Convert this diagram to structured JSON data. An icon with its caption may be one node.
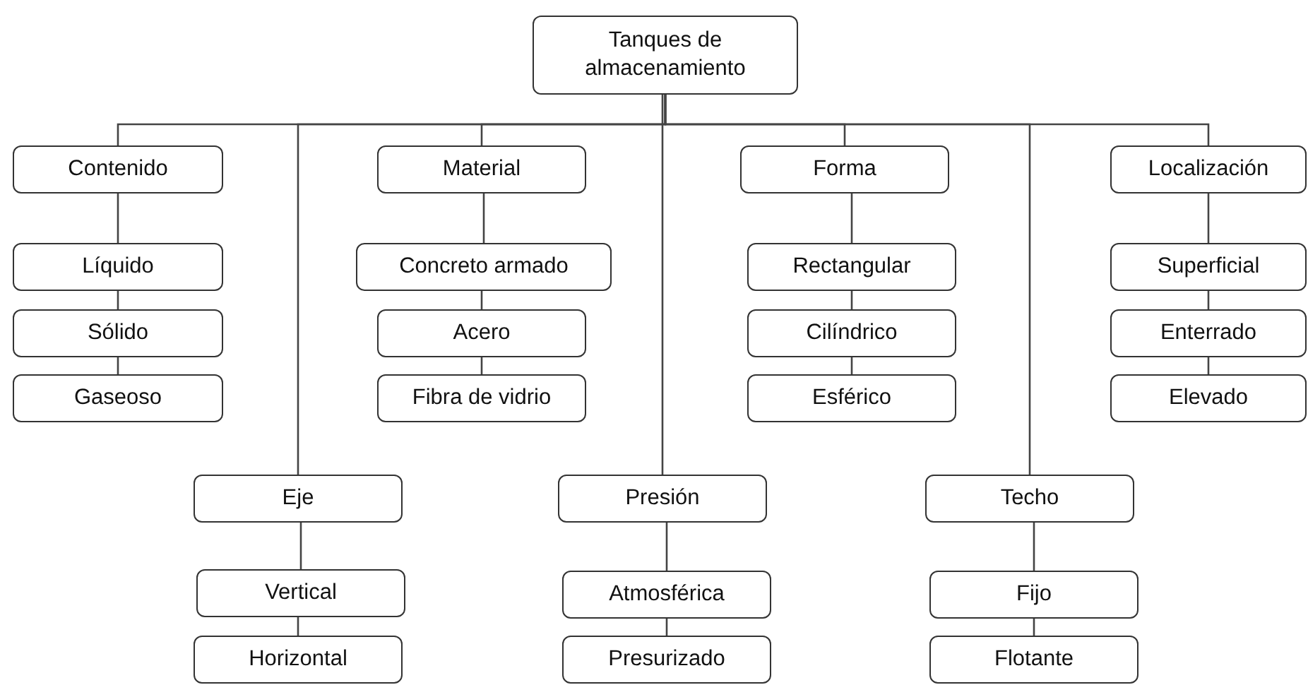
{
  "diagram": {
    "nodes": [
      {
        "text": [
          "Tanques de almacenamiento"
        ]
      },
      {
        "text": [
          "Contenido"
        ]
      },
      {
        "text": [
          "Material"
        ]
      },
      {
        "text": [
          "Forma"
        ]
      },
      {
        "text": [
          "Localización"
        ]
      },
      {
        "text": [
          "Líquido"
        ]
      },
      {
        "text": [
          "Concreto armado"
        ]
      },
      {
        "text": [
          "Rectangular"
        ]
      },
      {
        "text": [
          "Superficial"
        ]
      },
      {
        "text": [
          "Sólido"
        ]
      },
      {
        "text": [
          "Acero"
        ]
      },
      {
        "text": [
          "Cilíndrico"
        ]
      },
      {
        "text": [
          "Enterrado"
        ]
      },
      {
        "text": [
          "Gaseoso"
        ]
      },
      {
        "text": [
          "Fibra de vidrio"
        ]
      },
      {
        "text": [
          "Esférico"
        ]
      },
      {
        "text": [
          "Elevado"
        ]
      },
      {
        "text": [
          "Eje"
        ]
      },
      {
        "text": [
          "Presión"
        ]
      },
      {
        "text": [
          "Techo"
        ]
      },
      {
        "text": [
          "Vertical"
        ]
      },
      {
        "text": [
          "Atmosférica"
        ]
      },
      {
        "text": [
          "Fijo"
        ]
      },
      {
        "text": [
          "Horizontal"
        ]
      },
      {
        "text": [
          "Presurizado"
        ]
      },
      {
        "text": [
          "Flotante"
        ]
      }
    ],
    "edges": [
      {
        "from": 0,
        "to": 1,
        "arrow": "none"
      },
      {
        "from": 0,
        "to": 17,
        "arrow": "none"
      },
      {
        "from": 0,
        "to": 2,
        "arrow": "none"
      },
      {
        "from": 0,
        "to": 18,
        "arrow": "none"
      },
      {
        "from": 0,
        "to": 3,
        "arrow": "none"
      },
      {
        "from": 0,
        "to": 19,
        "arrow": "none"
      },
      {
        "from": 0,
        "to": 4,
        "arrow": "none"
      },
      {
        "from": 1,
        "to": 5,
        "arrow": "none"
      },
      {
        "from": 5,
        "to": 9,
        "arrow": "none"
      },
      {
        "from": 9,
        "to": 13,
        "arrow": "none"
      },
      {
        "from": 2,
        "to": 6,
        "arrow": "none"
      },
      {
        "from": 6,
        "to": 10,
        "arrow": "none"
      },
      {
        "from": 10,
        "to": 14,
        "arrow": "none"
      },
      {
        "from": 3,
        "to": 7,
        "arrow": "none"
      },
      {
        "from": 7,
        "to": 11,
        "arrow": "none"
      },
      {
        "from": 11,
        "to": 15,
        "arrow": "none"
      },
      {
        "from": 4,
        "to": 8,
        "arrow": "none"
      },
      {
        "from": 8,
        "to": 12,
        "arrow": "none"
      },
      {
        "from": 12,
        "to": 16,
        "arrow": "none"
      },
      {
        "from": 17,
        "to": 20,
        "arrow": "none"
      },
      {
        "from": 20,
        "to": 23,
        "arrow": "none"
      },
      {
        "from": 18,
        "to": 21,
        "arrow": "none"
      },
      {
        "from": 21,
        "to": 24,
        "arrow": "none"
      },
      {
        "from": 19,
        "to": 22,
        "arrow": "none"
      },
      {
        "from": 22,
        "to": 25,
        "arrow": "none"
      }
    ]
  }
}
